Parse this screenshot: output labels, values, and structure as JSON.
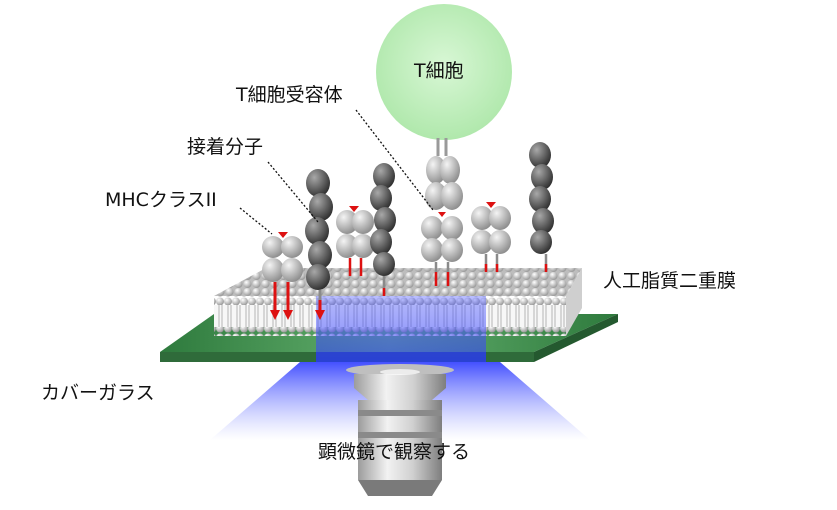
{
  "labels": {
    "t_cell": "T細胞",
    "tcr": "T細胞受容体",
    "adhesion": "接着分子",
    "mhc": "MHCクラスII",
    "bilayer": "人工脂質二重膜",
    "cover_glass": "カバーガラス",
    "microscope": "顕微鏡で観察する"
  },
  "colors": {
    "t_cell": "#c6f0c4",
    "glass": "#4e9a5a",
    "lipid_head": "#d4d4d4",
    "protein_light": "#bdbdbd",
    "protein_dark": "#5a5a5a",
    "anchor_red": "#dd1111",
    "illumination": "#4455ff"
  }
}
